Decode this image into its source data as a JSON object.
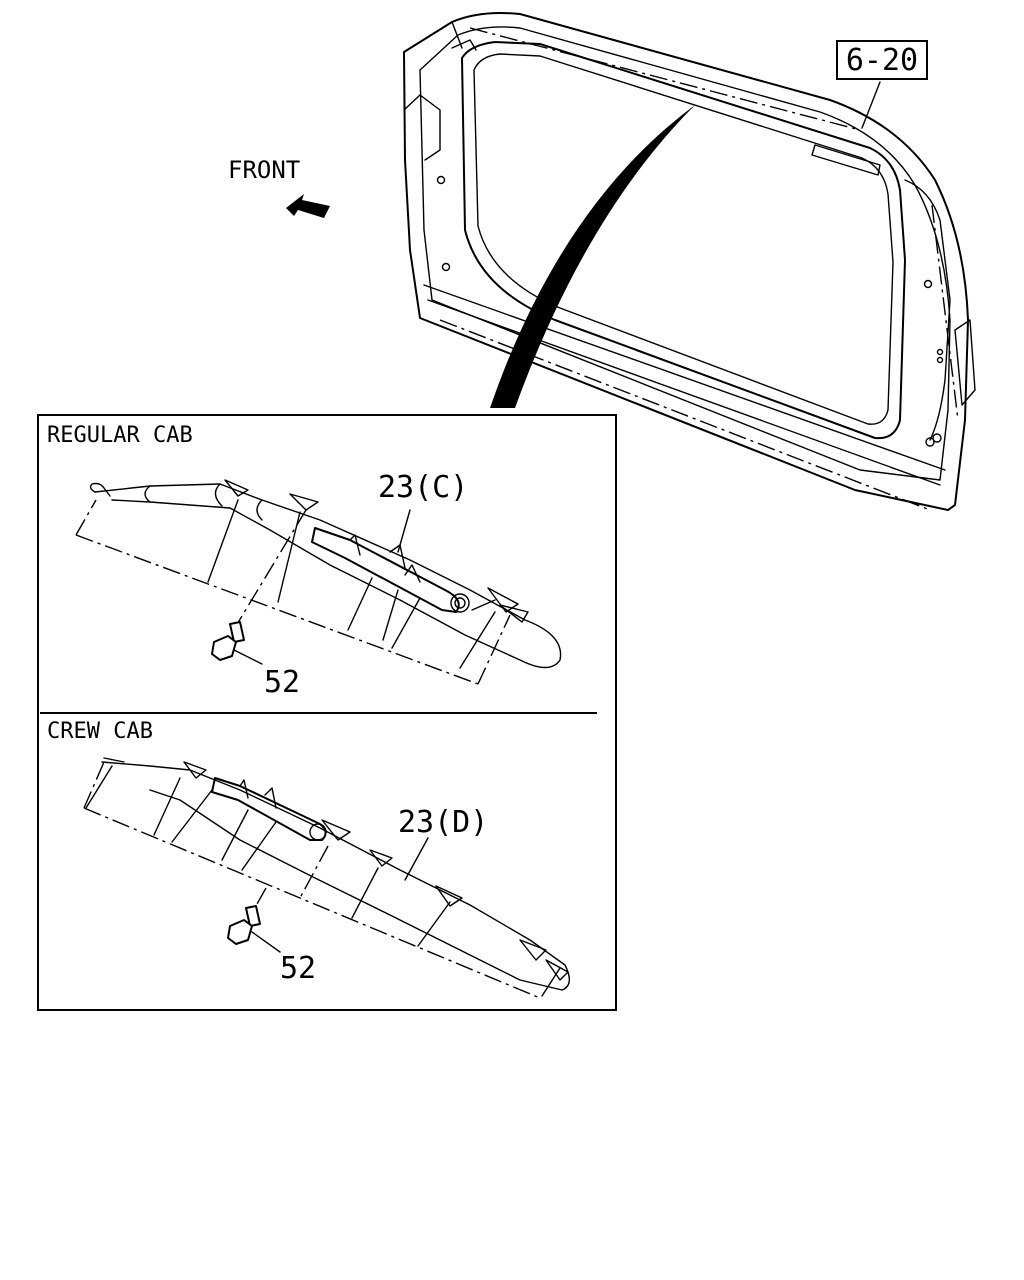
{
  "labels": {
    "front": "FRONT",
    "ref_box": "6-20",
    "regular_cab": "REGULAR CAB",
    "regular_part": "23(C)",
    "regular_bolt": "52",
    "crew_cab": "CREW CAB",
    "crew_part": "23(D)",
    "crew_bolt": "52"
  }
}
